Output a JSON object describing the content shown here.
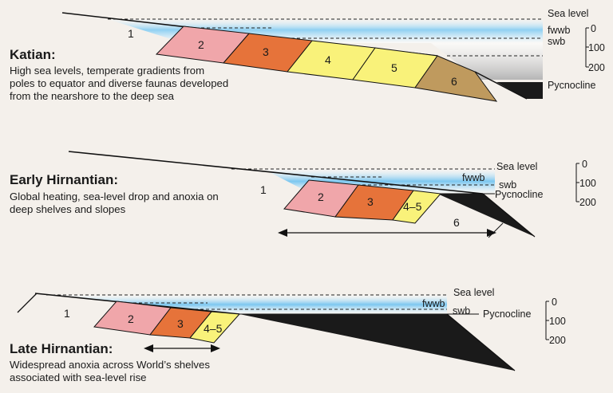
{
  "colors": {
    "background": "#f4f0eb",
    "zone2": "#f0a6aa",
    "zone3": "#e6733a",
    "zone45": "#f9f27a",
    "zone6": "#bf9a5e",
    "water_blue": "#8fd0f2",
    "anoxic": "#1a1a1a"
  },
  "panels": [
    {
      "title": "Katian:",
      "description": [
        "High sea levels, temperate gradients from",
        "poles to equator and diverse faunas developed",
        "from the nearshore to the deep sea"
      ],
      "zones": [
        "1",
        "2",
        "3",
        "4",
        "5",
        "6"
      ],
      "labels": {
        "sea_level": "Sea level",
        "fwwb": "fwwb",
        "swb": "swb",
        "pycnocline": "Pycnocline"
      },
      "scale": [
        "0",
        "100",
        "200"
      ]
    },
    {
      "title": "Early Hirnantian:",
      "description": [
        "Global heating, sea-level drop and anoxia on",
        "deep shelves and slopes"
      ],
      "zones": [
        "1",
        "2",
        "3",
        "4–5",
        "6"
      ],
      "labels": {
        "sea_level": "Sea level",
        "fwwb": "fwwb",
        "swb": "swb",
        "pycnocline": "Pycnocline"
      },
      "scale": [
        "0",
        "100",
        "200"
      ]
    },
    {
      "title": "Late Hirnantian:",
      "description": [
        "Widespread anoxia across World’s shelves",
        "associated with sea-level rise"
      ],
      "zones": [
        "1",
        "2",
        "3",
        "4–5"
      ],
      "labels": {
        "sea_level": "Sea level",
        "fwwb": "fwwb",
        "swb": "swb",
        "pycnocline": "Pycnocline"
      },
      "scale": [
        "0",
        "100",
        "200"
      ]
    }
  ]
}
